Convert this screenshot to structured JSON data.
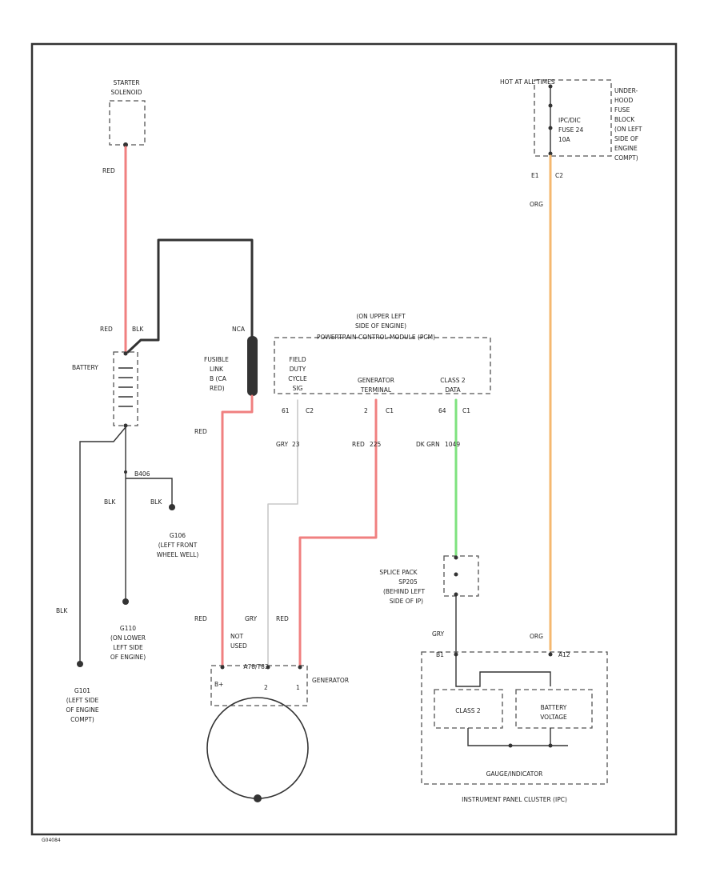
{
  "colors": {
    "red_wire": "#f08080",
    "black_wire": "#333333",
    "gray_wire": "#c8c8c8",
    "orange_wire": "#f5b870",
    "green_wire": "#7ee27e"
  },
  "starter": {
    "line1": "STARTER",
    "line2": "SOLENOID"
  },
  "fuse_block": {
    "hot": "HOT AT ALL TIMES",
    "desc": [
      "UNDER-",
      "HOOD",
      "FUSE",
      "BLOCK",
      "(ON LEFT",
      "SIDE OF",
      "ENGINE",
      "COMPT)"
    ],
    "fuse": [
      "IPC/DIC",
      "FUSE 24",
      "10A"
    ],
    "pins": [
      "E1",
      "C2"
    ]
  },
  "wire_labels": {
    "red_top": "RED",
    "red_batt": "RED",
    "red_batt_b": "BLK",
    "nca": "NCA",
    "red_link": "RED",
    "blk_ground": "BLK",
    "blk_g": "BLK",
    "blk_left": "BLK",
    "red_gen": "RED",
    "gry_gen": "GRY",
    "red_gen2": "RED",
    "not_used": [
      "NOT",
      "USED"
    ],
    "org_top": "ORG",
    "org_bottom": "ORG",
    "gry_splice": "GRY"
  },
  "battery": {
    "label": "BATTERY"
  },
  "fusible_link": {
    "lines": [
      "FUSIBLE",
      "LINK",
      "B (CA",
      "RED)"
    ]
  },
  "pcm": {
    "loc": [
      "(ON UPPER LEFT",
      "SIDE OF ENGINE)"
    ],
    "title": "POWERTRAIN CONTROL MODULE (PCM)",
    "field": [
      "FIELD",
      "DUTY",
      "CYCLE",
      "SIG"
    ],
    "gen_term": [
      "GENERATOR",
      "TERMINAL"
    ],
    "class2": [
      "CLASS 2",
      "DATA"
    ],
    "pins": [
      "61",
      "C2",
      "2",
      "C1",
      "64",
      "C1"
    ],
    "wire_gry": [
      "GRY",
      "23"
    ],
    "wire_red": [
      "RED",
      "225"
    ],
    "wire_grn": [
      "DK GRN",
      "1049"
    ]
  },
  "grounds": {
    "g106_note": "B406",
    "g106": [
      "G106",
      "(LEFT FRONT",
      "WHEEL WELL)"
    ],
    "g110": [
      "G110",
      "(ON LOWER",
      "LEFT SIDE",
      "OF ENGINE)"
    ],
    "g101": [
      "G101",
      "(LEFT SIDE",
      "OF ENGINE",
      "COMPT)"
    ]
  },
  "splice": {
    "lines": [
      "SPLICE PACK",
      "SP205",
      "(BEHIND LEFT",
      "SIDE OF IP)"
    ]
  },
  "generator": {
    "label": "GENERATOR",
    "pins": [
      "B+",
      "2",
      "1"
    ],
    "conn": "A78/T83"
  },
  "ipc": {
    "class2": "CLASS 2",
    "battery_gauge": [
      "BATTERY",
      "VOLTAGE"
    ],
    "title": "GAUGE/INDICATOR",
    "footer": "INSTRUMENT PANEL CLUSTER (IPC)",
    "pin_b1": "B1",
    "pin_a12": "A12"
  },
  "figure_id": "G04084"
}
